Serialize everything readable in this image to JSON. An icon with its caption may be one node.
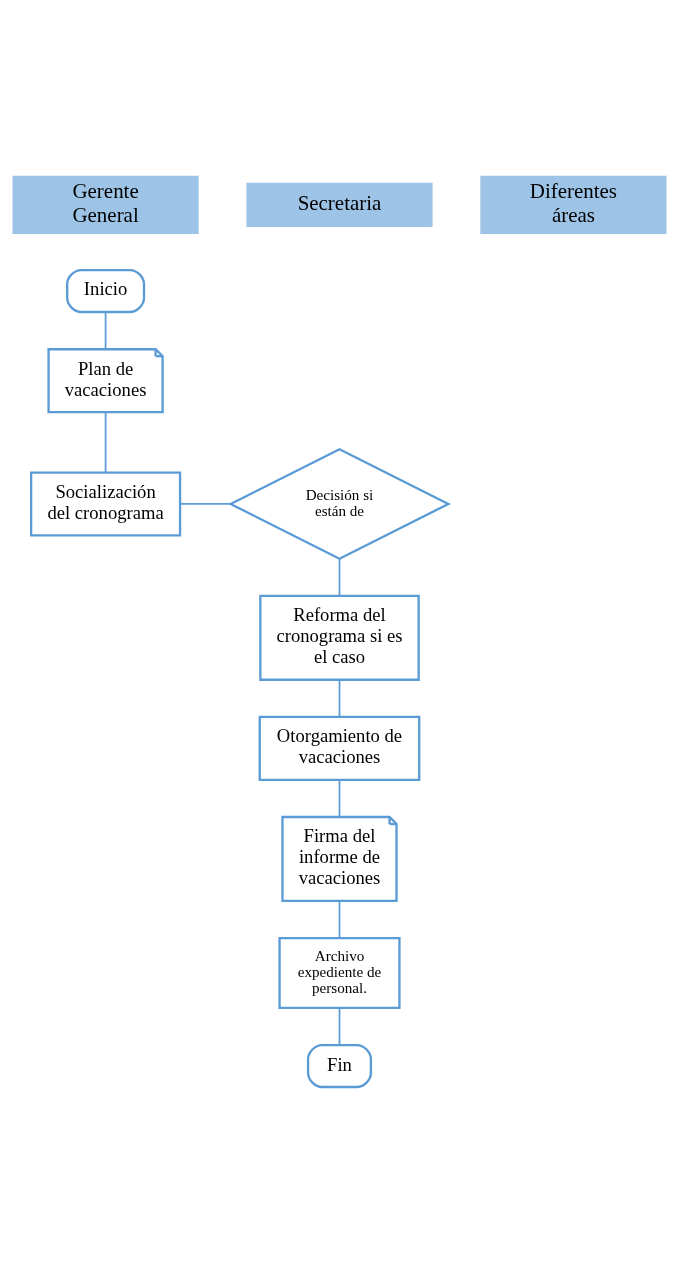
{
  "diagram": {
    "nodes": [
      {
        "text": [
          "Inicio"
        ]
      },
      {
        "text": [
          "Plan de vacaciones"
        ]
      },
      {
        "text": [
          "Socialización del cronograma"
        ]
      },
      {
        "text": [
          "Decisión si están de"
        ]
      },
      {
        "text": [
          "Reforma del cronograma si es el caso"
        ]
      },
      {
        "text": [
          "Otorgamiento de vacaciones"
        ]
      },
      {
        "text": [
          "Firma del informe de vacaciones"
        ]
      },
      {
        "text": [
          "Archivo expediente de personal."
        ]
      },
      {
        "text": [
          "Fin"
        ]
      }
    ],
    "edges": [
      {
        "from": 0,
        "to": 1,
        "arrow": "none"
      },
      {
        "from": 1,
        "to": 2,
        "arrow": "none"
      },
      {
        "from": 2,
        "to": 3,
        "arrow": "none"
      },
      {
        "from": 3,
        "to": 4,
        "arrow": "none"
      },
      {
        "from": 4,
        "to": 5,
        "arrow": "none"
      },
      {
        "from": 5,
        "to": 6,
        "arrow": "none"
      },
      {
        "from": 6,
        "to": 7,
        "arrow": "none"
      },
      {
        "from": 7,
        "to": 8,
        "arrow": "none"
      }
    ],
    "labels": [
      "Gerente General",
      "Secretaria",
      "Diferentes áreas"
    ]
  }
}
